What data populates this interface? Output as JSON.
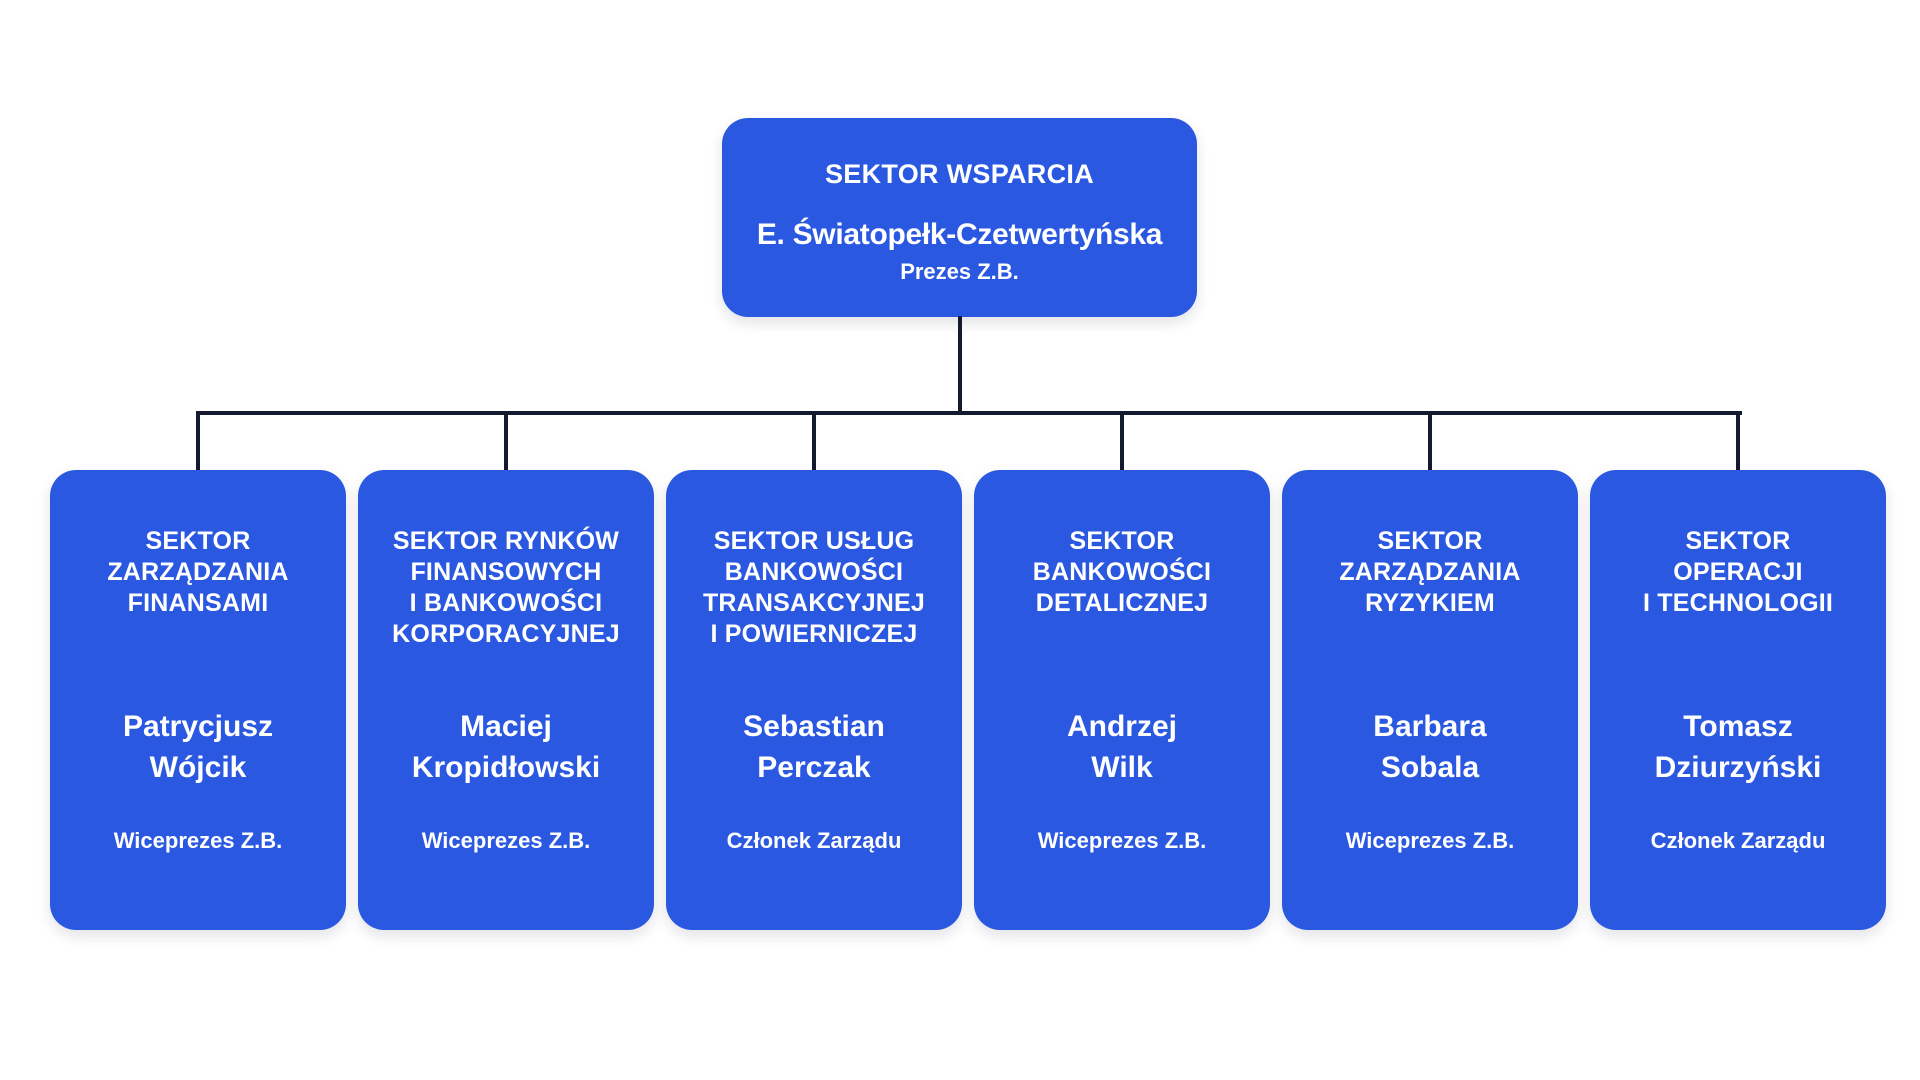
{
  "org_chart": {
    "colors": {
      "box_blue": "#2a58e0",
      "line_navy": "#141a30",
      "text": "#ffffff",
      "background": "#ffffff"
    },
    "root": {
      "title": "SEKTOR WSPARCIA",
      "name": "E. Światopełk-Czetwertyńska",
      "role": "Prezes Z.B."
    },
    "sectors": [
      {
        "title_lines": [
          "SEKTOR",
          "ZARZĄDZANIA",
          "FINANSAMI"
        ],
        "name_lines": [
          "Patrycjusz",
          "Wójcik"
        ],
        "role": "Wiceprezes Z.B."
      },
      {
        "title_lines": [
          "SEKTOR RYNKÓW",
          "FINANSOWYCH",
          "I BANKOWOŚCI",
          "KORPORACYJNEJ"
        ],
        "name_lines": [
          "Maciej",
          "Kropidłowski"
        ],
        "role": "Wiceprezes Z.B."
      },
      {
        "title_lines": [
          "SEKTOR USŁUG",
          "BANKOWOŚCI",
          "TRANSAKCYJNEJ",
          "I POWIERNICZEJ"
        ],
        "name_lines": [
          "Sebastian",
          "Perczak"
        ],
        "role": "Członek Zarządu"
      },
      {
        "title_lines": [
          "SEKTOR",
          "BANKOWOŚCI",
          "DETALICZNEJ"
        ],
        "name_lines": [
          "Andrzej",
          "Wilk"
        ],
        "role": "Wiceprezes Z.B."
      },
      {
        "title_lines": [
          "SEKTOR",
          "ZARZĄDZANIA",
          "RYZYKIEM"
        ],
        "name_lines": [
          "Barbara",
          "Sobala"
        ],
        "role": "Wiceprezes Z.B."
      },
      {
        "title_lines": [
          "SEKTOR",
          "OPERACJI",
          "I TECHNOLOGII"
        ],
        "name_lines": [
          "Tomasz",
          "Dziurzyński"
        ],
        "role": "Członek Zarządu"
      }
    ]
  }
}
